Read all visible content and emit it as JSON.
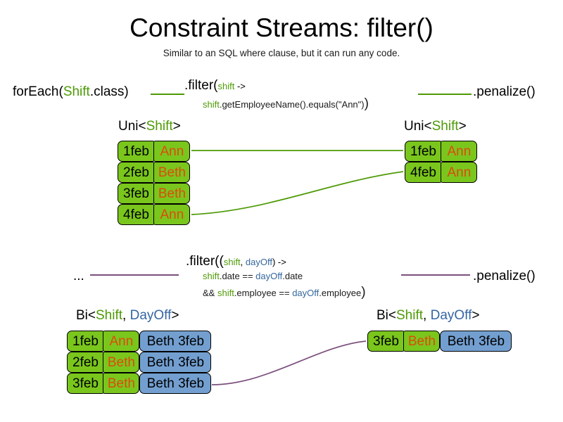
{
  "slide": {
    "title": "Constraint Streams: filter()",
    "subtitle": "Similar to an SQL where clause, but it can run any code."
  },
  "colors": {
    "shift_green": "#7ac61d",
    "dayoff_blue": "#739fd0",
    "name_orange": "#dd4b0d",
    "identifier_green": "#4e9a06",
    "identifier_blue": "#3465a4",
    "connector_green": "#4e9a06",
    "connector_purple": "#7b4f7b",
    "box_border": "#000000",
    "background": "#ffffff"
  },
  "section_uni": {
    "source_prefix": "forEach(",
    "source_type": "Shift",
    "source_suffix": ".class)",
    "filter_head": ".filter(",
    "filter_head_param": "shift",
    "filter_head_arrow": " ->",
    "filter_body_var": "shift",
    "filter_body_rest": ".getEmployeeName().equals(\"Ann\")",
    "filter_body_close": ")",
    "penalize": ".penalize()",
    "left_label": {
      "prefix": "Uni<",
      "type": "Shift",
      "suffix": ">"
    },
    "right_label": {
      "prefix": "Uni<",
      "type": "Shift",
      "suffix": ">"
    },
    "left_rows": [
      {
        "date": "1feb",
        "name": "Ann"
      },
      {
        "date": "2feb",
        "name": "Beth"
      },
      {
        "date": "3feb",
        "name": "Beth"
      },
      {
        "date": "4feb",
        "name": "Ann"
      }
    ],
    "right_rows": [
      {
        "date": "1feb",
        "name": "Ann"
      },
      {
        "date": "4feb",
        "name": "Ann"
      }
    ]
  },
  "section_bi": {
    "source_prefix": "...",
    "filter_head": ".filter((",
    "filter_head_p1": "shift",
    "filter_head_comma": ", ",
    "filter_head_p2": "dayOff",
    "filter_head_arrow": ") ->",
    "filter_line2_v1": "shift",
    "filter_line2_mid": ".date == ",
    "filter_line2_v2": "dayOff",
    "filter_line2_end": ".date",
    "filter_line3_and": "&& ",
    "filter_line3_v1": "shift",
    "filter_line3_mid": ".employee == ",
    "filter_line3_v2": "dayOff",
    "filter_line3_end": ".employee",
    "filter_line3_close": ")",
    "penalize": ".penalize()",
    "left_label": {
      "prefix": "Bi<",
      "type1": "Shift",
      "comma": ", ",
      "type2": "DayOff",
      "suffix": ">"
    },
    "right_label": {
      "prefix": "Bi<",
      "type1": "Shift",
      "comma": ", ",
      "type2": "DayOff",
      "suffix": ">"
    },
    "left_rows": [
      {
        "date": "1feb",
        "name": "Ann",
        "dayoff": "Beth 3feb"
      },
      {
        "date": "2feb",
        "name": "Beth",
        "dayoff": "Beth 3feb"
      },
      {
        "date": "3feb",
        "name": "Beth",
        "dayoff": "Beth 3feb"
      }
    ],
    "right_rows": [
      {
        "date": "3feb",
        "name": "Beth",
        "dayoff": "Beth 3feb"
      }
    ]
  }
}
